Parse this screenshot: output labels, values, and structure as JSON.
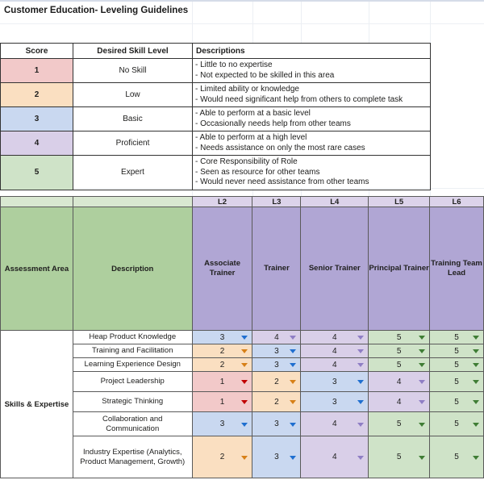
{
  "document": {
    "title": "Customer Education- Leveling Guidelines"
  },
  "rubric": {
    "headers": [
      "Score",
      "Desired Skill Level",
      "Descriptions"
    ],
    "rows": [
      {
        "score": "1",
        "level": "No Skill",
        "color": "#f2c9c9",
        "lines": [
          "- Little to no expertise",
          "- Not expected to be skilled in this area"
        ]
      },
      {
        "score": "2",
        "level": "Low",
        "color": "#fadfc1",
        "lines": [
          "- Limited ability or knowledge",
          "- Would need significant help from others to complete task"
        ]
      },
      {
        "score": "3",
        "level": "Basic",
        "color": "#c9d8f0",
        "lines": [
          "- Able to perform at a basic level",
          "- Occasionally needs help from other teams"
        ]
      },
      {
        "score": "4",
        "level": "Proficient",
        "color": "#d9cfe8",
        "lines": [
          "- Able to perform at a high level",
          "- Needs assistance on only the most rare cases"
        ]
      },
      {
        "score": "5",
        "level": "Expert",
        "color": "#cfe3c8",
        "lines": [
          "- Core Responsibility of Role",
          "- Seen as resource for other teams",
          "- Would never need assistance from other teams"
        ]
      }
    ]
  },
  "matrix": {
    "levels": [
      "L2",
      "L3",
      "L4",
      "L5",
      "L6"
    ],
    "roles": [
      "Associate Trainer",
      "Trainer",
      "Senior Trainer",
      "Principal Trainer",
      "Training Team Lead"
    ],
    "col_area": "Assessment Area",
    "col_description": "Description",
    "area_label": "Skills & Expertise",
    "rows": [
      {
        "skill": "Heap Product Knowledge",
        "values": [
          "3",
          "4",
          "4",
          "5",
          "5"
        ]
      },
      {
        "skill": "Training and Facilitation",
        "values": [
          "2",
          "3",
          "4",
          "5",
          "5"
        ]
      },
      {
        "skill": "Learning Experience Design",
        "values": [
          "2",
          "3",
          "4",
          "5",
          "5"
        ]
      },
      {
        "skill": "Project Leadership",
        "values": [
          "1",
          "2",
          "3",
          "4",
          "5"
        ]
      },
      {
        "skill": "Strategic Thinking",
        "values": [
          "1",
          "2",
          "3",
          "4",
          "5"
        ]
      },
      {
        "skill": "Collaboration and Communication",
        "values": [
          "3",
          "3",
          "4",
          "5",
          "5"
        ]
      },
      {
        "skill": "Industry Expertise (Analytics, Product Management, Growth)",
        "values": [
          "2",
          "3",
          "4",
          "5",
          "5"
        ]
      }
    ]
  },
  "palette": {
    "score1": "#f2c9c9",
    "score2": "#fadfc1",
    "score3": "#c9d8f0",
    "score4": "#d9cfe8",
    "score5": "#cfe3c8",
    "header_green_light": "#d9e8d1",
    "header_green": "#aecf9e",
    "header_purple_light": "#dcd3ea",
    "header_purple": "#b0a6d4"
  }
}
